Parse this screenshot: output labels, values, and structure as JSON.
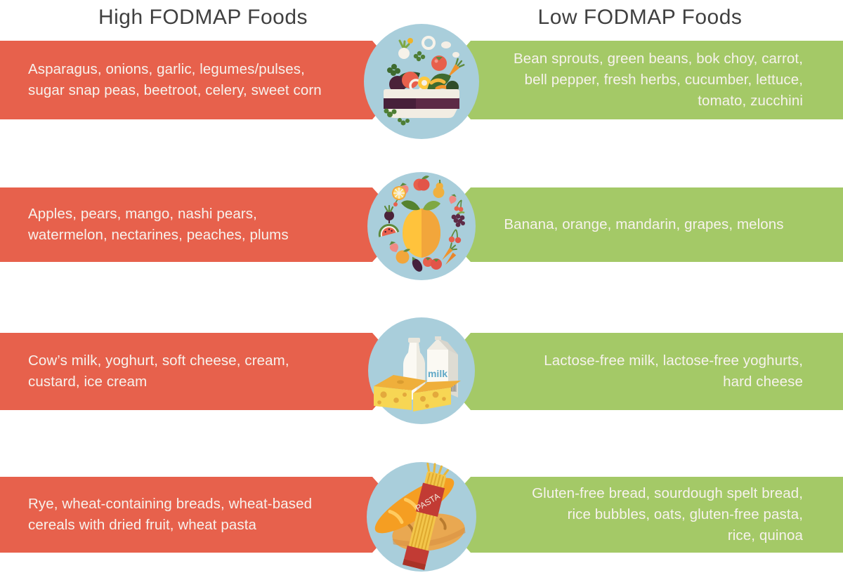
{
  "headers": {
    "high": "High FODMAP Foods",
    "low": "Low FODMAP Foods"
  },
  "colors": {
    "high_bar": "#E7614C",
    "low_bar": "#A4C967",
    "icon_circle": "#A9CEDB",
    "bar_text": "#F7F2ED",
    "heading_text": "#404040",
    "background": "#FFFFFF"
  },
  "icons": {
    "row_vegetables": "salad-bowl-icon",
    "row_fruits": "fruit-circle-icon",
    "row_dairy": "dairy-icon",
    "row_grains": "bread-pasta-icon",
    "milk_label": "milk",
    "pasta_label": "PASTA"
  },
  "rows": [
    {
      "category": "vegetables",
      "high_lines": [
        "Asparagus, onions, garlic, legumes/pulses,",
        "sugar snap peas, beetroot, celery, sweet corn"
      ],
      "low_lines": [
        "Bean sprouts, green beans, bok choy, carrot,",
        "bell pepper, fresh herbs, cucumber, lettuce,",
        "tomato, zucchini"
      ]
    },
    {
      "category": "fruits",
      "high_lines": [
        "Apples, pears, mango, nashi pears,",
        "watermelon, nectarines, peaches, plums"
      ],
      "low_lines": [
        "Banana, orange, mandarin, grapes, melons"
      ]
    },
    {
      "category": "dairy",
      "high_lines": [
        "Cow’s milk, yoghurt, soft cheese, cream,",
        "custard, ice cream"
      ],
      "low_lines": [
        "Lactose-free milk, lactose-free yoghurts,",
        "hard cheese"
      ]
    },
    {
      "category": "grains",
      "high_lines": [
        "Rye, wheat-containing breads, wheat-based",
        "cereals with dried fruit, wheat pasta"
      ],
      "low_lines": [
        "Gluten-free bread, sourdough spelt bread,",
        "rice bubbles, oats, gluten-free pasta,",
        "rice, quinoa"
      ]
    }
  ]
}
